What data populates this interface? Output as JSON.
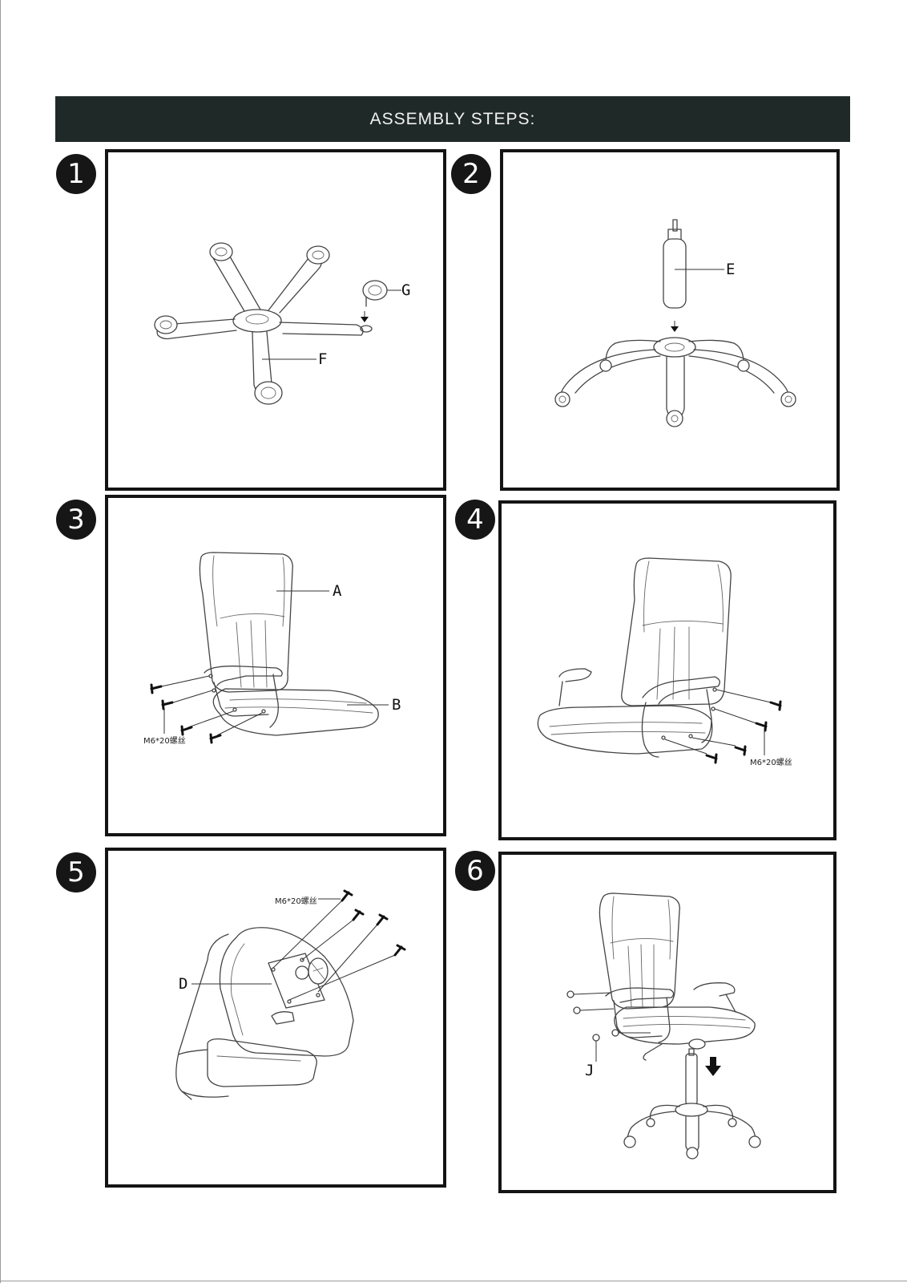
{
  "header": {
    "title": "ASSEMBLY STEPS:"
  },
  "steps": [
    {
      "number": "1",
      "labels": {
        "g": "G",
        "f": "F"
      }
    },
    {
      "number": "2",
      "labels": {
        "e": "E"
      }
    },
    {
      "number": "3",
      "labels": {
        "a": "A",
        "b": "B",
        "screw": "M6*20螺丝"
      }
    },
    {
      "number": "4",
      "labels": {
        "screw": "M6*20螺丝"
      }
    },
    {
      "number": "5",
      "labels": {
        "screw": "M6*20螺丝",
        "d": "D"
      }
    },
    {
      "number": "6",
      "labels": {
        "j": "J"
      }
    }
  ],
  "icons": {
    "step_1": "chair-base-with-casters",
    "step_2": "gas-cylinder-into-base",
    "step_3": "armrest-screws-left",
    "step_4": "armrest-screws-right",
    "step_5": "seat-mechanism-screws",
    "step_6": "seat-onto-base"
  }
}
